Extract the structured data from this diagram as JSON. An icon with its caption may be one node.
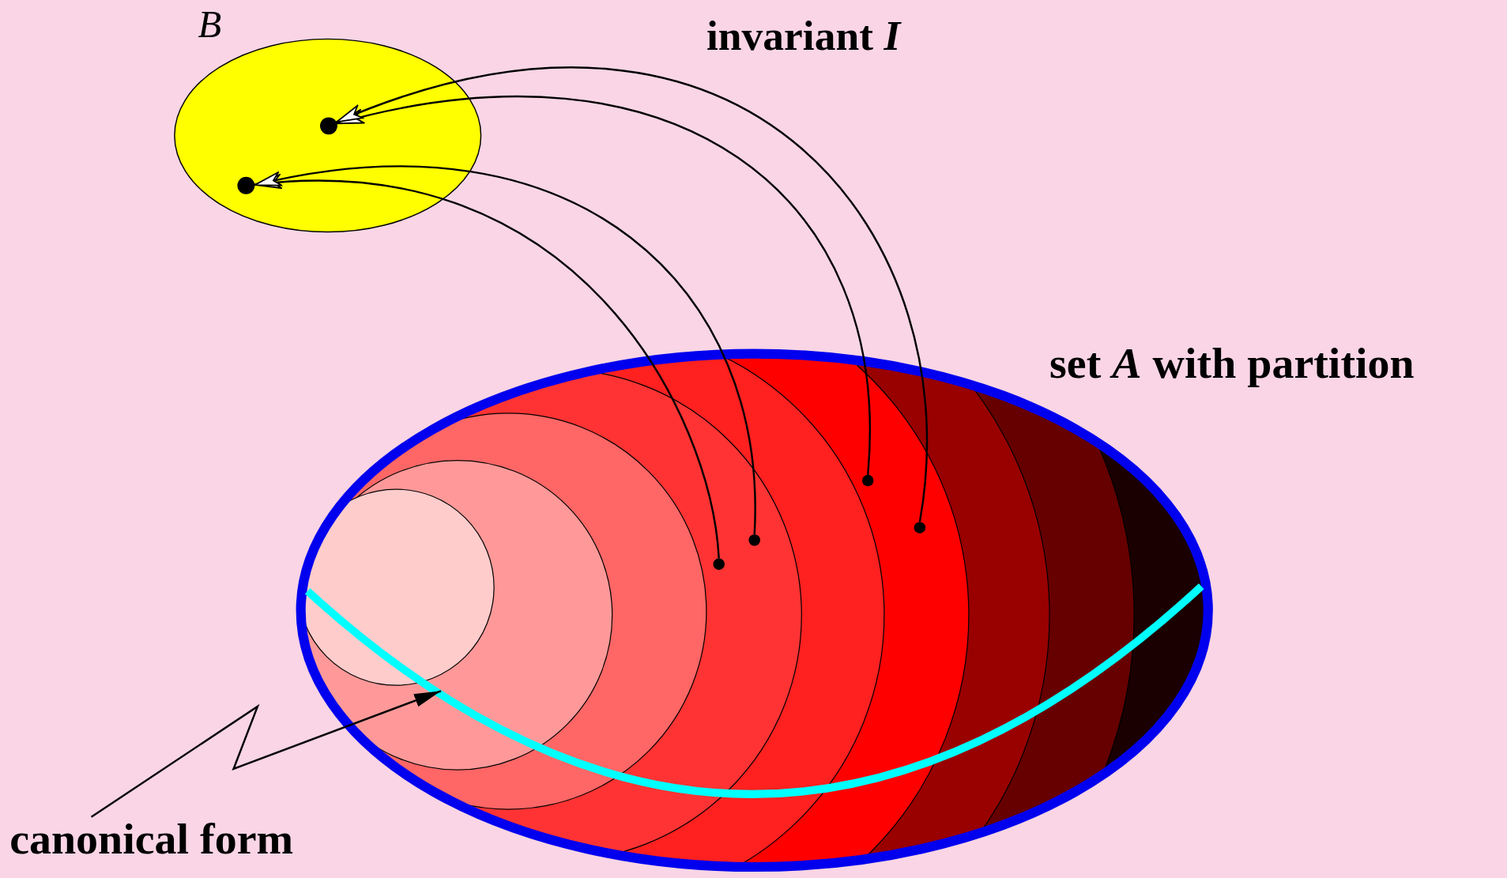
{
  "diagram": {
    "nodes": [
      {
        "text": [
          "B"
        ]
      },
      {
        "text": [],
        "shape": "circle",
        "in": 0
      },
      {
        "text": [],
        "shape": "circle",
        "in": 0
      },
      {
        "text": [
          "set *A* with partition"
        ]
      },
      {
        "text": [],
        "shape": "circle",
        "in": 3
      },
      {
        "text": [],
        "shape": "circle",
        "in": 3
      },
      {
        "text": [],
        "shape": "circle",
        "in": 3
      },
      {
        "text": [],
        "shape": "circle",
        "in": 3
      },
      {
        "text": [],
        "shape": "curve",
        "in": 3
      },
      {
        "text": [
          "canonical form"
        ]
      }
    ],
    "edges": [
      {
        "from": 4,
        "to": 2,
        "arrow": "to"
      },
      {
        "from": 5,
        "to": 2,
        "arrow": "to"
      },
      {
        "from": 6,
        "to": 1,
        "arrow": "to"
      },
      {
        "from": 7,
        "to": 1,
        "arrow": "to"
      },
      {
        "from": 9,
        "to": 8,
        "arrow": "to"
      }
    ],
    "labels": [
      "invariant *I*"
    ]
  }
}
